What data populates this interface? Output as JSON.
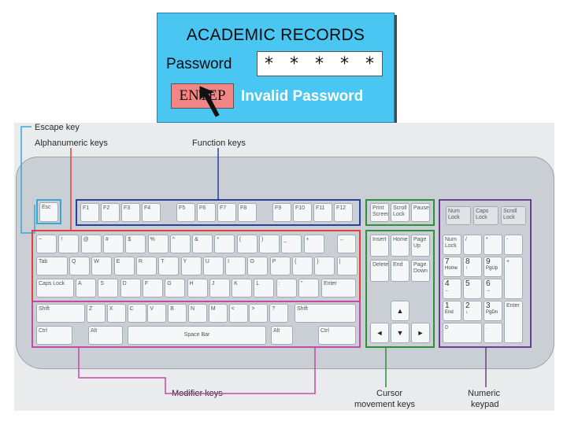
{
  "dialog": {
    "title": "ACADEMIC RECORDS",
    "password_label": "Password",
    "password_value": "* * * * *",
    "enter_label": "ENTEP",
    "error_message": "Invalid Password"
  },
  "annotations": {
    "escape": "Escape key",
    "alphanumeric": "Alphanumeric keys",
    "function": "Function keys",
    "modifier": "Modifier keys",
    "cursor_1": "Cursor",
    "cursor_2": "movement keys",
    "numeric_1": "Numeric",
    "numeric_2": "keypad"
  },
  "keyboard": {
    "esc": "Esc",
    "function_keys": [
      "F1",
      "F2",
      "F3",
      "F4",
      "F5",
      "F6",
      "F7",
      "F8",
      "F9",
      "F10",
      "F11",
      "F12"
    ],
    "system_keys": [
      "Print Screen",
      "Scroll Lock",
      "Pause"
    ],
    "lock_lights": [
      "Num Lock",
      "Caps Lock",
      "Scroll Lock"
    ],
    "row_numbers": [
      "~",
      "!",
      "@",
      "#",
      "$",
      "%",
      "^",
      "&",
      "*",
      "(",
      ")",
      "_",
      "+"
    ],
    "row_q": [
      "Q",
      "W",
      "E",
      "R",
      "T",
      "Y",
      "U",
      "I",
      "O",
      "P",
      "{",
      "}",
      "|"
    ],
    "row_a": [
      "A",
      "S",
      "D",
      "F",
      "G",
      "H",
      "J",
      "K",
      "L",
      ":",
      "\""
    ],
    "row_z": [
      "Z",
      "X",
      "C",
      "V",
      "B",
      "N",
      "M",
      "<",
      ">",
      "?"
    ],
    "tab": "Tab",
    "caps": "Caps Lock",
    "enter": "Enter",
    "shift": "Shift",
    "ctrl": "Ctrl",
    "alt": "Alt",
    "space": "Space Bar",
    "backspace": "←",
    "nav_top": [
      "Insert",
      "Home",
      "Page Up"
    ],
    "nav_bottom": [
      "Delete",
      "End",
      "Page Down"
    ],
    "arrows": [
      "▲",
      "◄",
      "▼",
      "►"
    ],
    "numpad_top": [
      "Num Lock",
      "/",
      "*",
      "-"
    ],
    "numpad_rows": [
      [
        "7",
        "8",
        "9"
      ],
      [
        "4",
        "5",
        "6"
      ],
      [
        "1",
        "2",
        "3"
      ]
    ],
    "numpad_sub": [
      [
        "Home",
        "↑",
        "PgUp"
      ],
      [
        "←",
        "",
        "→"
      ],
      [
        "End",
        "↓",
        "PgDn"
      ]
    ],
    "numpad_plus": "+",
    "numpad_enter": "Enter",
    "numpad_zero": "0",
    "numpad_dot": "."
  },
  "colors": {
    "escape": "#3aa6d6",
    "alphanumeric": "#e0403a",
    "function": "#2c3f9a",
    "modifier": "#c44aa8",
    "cursor": "#2f8f3a",
    "numeric": "#6a3f8f"
  }
}
